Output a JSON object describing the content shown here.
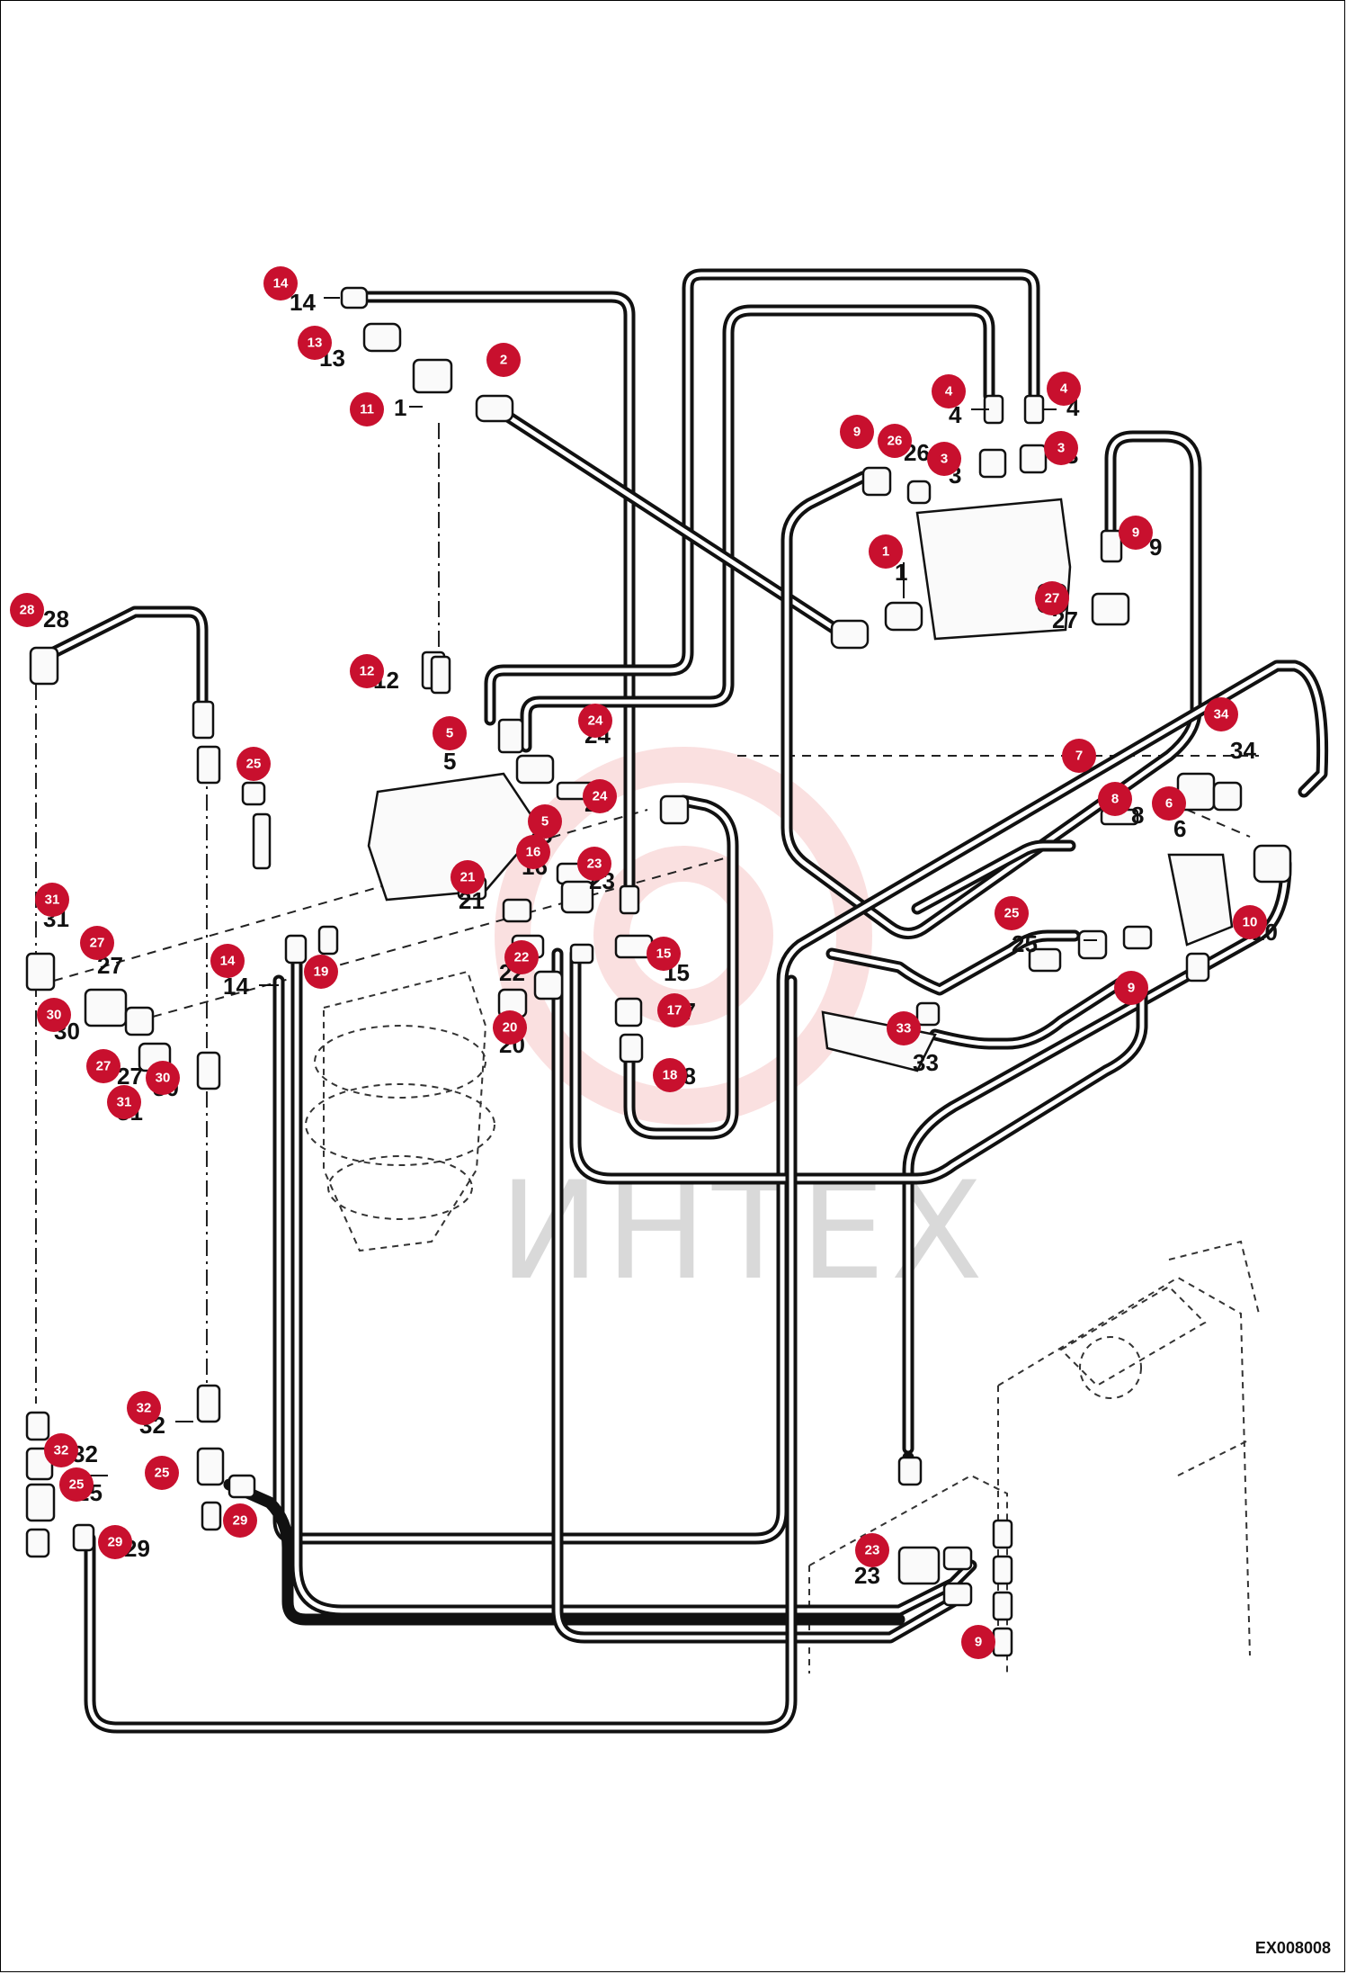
{
  "watermark": {
    "text": "ИНТЕХ",
    "gear_color": "#f6c6c6"
  },
  "figure_code": "EX008008",
  "accent_color": "#c8102e",
  "callouts": [
    {
      "id": "14"
    },
    {
      "id": "13"
    },
    {
      "id": "11"
    },
    {
      "id": "2"
    },
    {
      "id": "4"
    },
    {
      "id": "4"
    },
    {
      "id": "9"
    },
    {
      "id": "26"
    },
    {
      "id": "3"
    },
    {
      "id": "3"
    },
    {
      "id": "1"
    },
    {
      "id": "9"
    },
    {
      "id": "27"
    },
    {
      "id": "28"
    },
    {
      "id": "12"
    },
    {
      "id": "25"
    },
    {
      "id": "5"
    },
    {
      "id": "24"
    },
    {
      "id": "24"
    },
    {
      "id": "5"
    },
    {
      "id": "16"
    },
    {
      "id": "21"
    },
    {
      "id": "23"
    },
    {
      "id": "34"
    },
    {
      "id": "7"
    },
    {
      "id": "8"
    },
    {
      "id": "6"
    },
    {
      "id": "10"
    },
    {
      "id": "25"
    },
    {
      "id": "9"
    },
    {
      "id": "31"
    },
    {
      "id": "27"
    },
    {
      "id": "14"
    },
    {
      "id": "19"
    },
    {
      "id": "22"
    },
    {
      "id": "15"
    },
    {
      "id": "17"
    },
    {
      "id": "18"
    },
    {
      "id": "20"
    },
    {
      "id": "30"
    },
    {
      "id": "27"
    },
    {
      "id": "30"
    },
    {
      "id": "31"
    },
    {
      "id": "33"
    },
    {
      "id": "32"
    },
    {
      "id": "32"
    },
    {
      "id": "25"
    },
    {
      "id": "25"
    },
    {
      "id": "29"
    },
    {
      "id": "29"
    },
    {
      "id": "23"
    },
    {
      "id": "9"
    }
  ],
  "labels": [
    {
      "id": "14"
    },
    {
      "id": "13"
    },
    {
      "id": "1"
    },
    {
      "id": "4"
    },
    {
      "id": "4"
    },
    {
      "id": "3"
    },
    {
      "id": "3"
    },
    {
      "id": "26"
    },
    {
      "id": "1"
    },
    {
      "id": "9"
    },
    {
      "id": "27"
    },
    {
      "id": "28"
    },
    {
      "id": "12"
    },
    {
      "id": "5"
    },
    {
      "id": "24"
    },
    {
      "id": "24"
    },
    {
      "id": "5"
    },
    {
      "id": "16"
    },
    {
      "id": "21"
    },
    {
      "id": "23"
    },
    {
      "id": "34"
    },
    {
      "id": "8"
    },
    {
      "id": "6"
    },
    {
      "id": "10"
    },
    {
      "id": "25"
    },
    {
      "id": "31"
    },
    {
      "id": "27"
    },
    {
      "id": "14"
    },
    {
      "id": "22"
    },
    {
      "id": "15"
    },
    {
      "id": "20"
    },
    {
      "id": "30"
    },
    {
      "id": "27"
    },
    {
      "id": "30"
    },
    {
      "id": "31"
    },
    {
      "id": "33"
    },
    {
      "id": "32"
    },
    {
      "id": "32"
    },
    {
      "id": "25"
    },
    {
      "id": "29"
    },
    {
      "id": "23"
    },
    {
      "id": "18"
    },
    {
      "id": "17"
    }
  ]
}
